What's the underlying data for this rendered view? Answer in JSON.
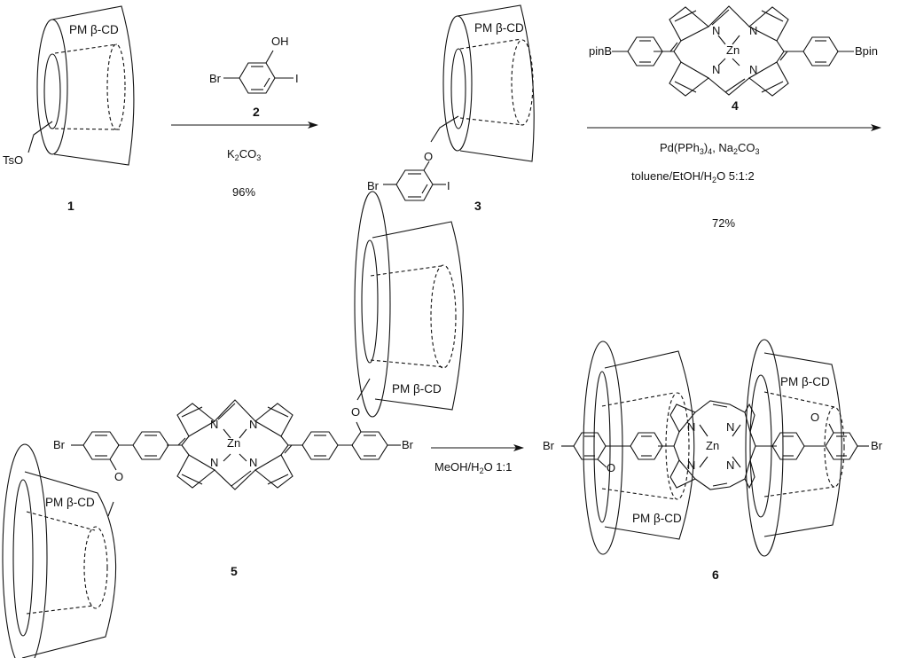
{
  "scheme": {
    "compounds": [
      {
        "id": "1",
        "label": "1",
        "substituent": "TsO",
        "host": "PM β-CD"
      },
      {
        "id": "2",
        "label": "2",
        "substituents": [
          "OH",
          "Br",
          "I"
        ]
      },
      {
        "id": "3",
        "label": "3",
        "substituents": [
          "O",
          "Br",
          "I"
        ],
        "host": "PM β-CD"
      },
      {
        "id": "4",
        "label": "4",
        "substituents": [
          "pinB",
          "Bpin"
        ],
        "metal": "Zn",
        "atoms": [
          "N",
          "N",
          "N",
          "N"
        ]
      },
      {
        "id": "5",
        "label": "5",
        "substituents": [
          "Br",
          "Br",
          "O",
          "O"
        ],
        "metal": "Zn",
        "hosts": [
          "PM β-CD",
          "PM β-CD"
        ]
      },
      {
        "id": "6",
        "label": "6",
        "substituents": [
          "Br",
          "Br",
          "O",
          "O"
        ],
        "metal": "Zn",
        "hosts": [
          "PM β-CD",
          "PM β-CD"
        ]
      }
    ],
    "reactions": [
      {
        "step": 1,
        "reagent": "2",
        "conditions": [
          "K2CO3"
        ],
        "yield": "96%"
      },
      {
        "step": 2,
        "reagent": "4",
        "conditions": [
          "Pd(PPh3)4, Na2CO3",
          "toluene/EtOH/H2O 5:1:2"
        ],
        "yield": "72%"
      },
      {
        "step": 3,
        "conditions": [
          "MeOH/H2O 1:1"
        ]
      }
    ]
  },
  "labels": {
    "cd_host": "PM β-CD",
    "tso": "TsO",
    "oh": "OH",
    "br": "Br",
    "i": "I",
    "o": "O",
    "n": "N",
    "zn": "Zn",
    "pinb": "pinB",
    "bpin": "Bpin",
    "c1": "1",
    "c2": "2",
    "c3": "3",
    "c4": "4",
    "c5": "5",
    "c6": "6",
    "yield1": "96%",
    "yield2": "72%",
    "k2co3_a": "K",
    "k2co3_b": "2",
    "k2co3_c": "CO",
    "k2co3_d": "3",
    "pd_a": "Pd(PPh",
    "pd_b": "3",
    "pd_c": ")",
    "pd_d": "4",
    "pd_e": ", Na",
    "pd_f": "2",
    "pd_g": "CO",
    "pd_h": "3",
    "solv_a": "toluene/EtOH/H",
    "solv_b": "2",
    "solv_c": "O 5:1:2",
    "meoh_a": "MeOH/H",
    "meoh_b": "2",
    "meoh_c": "O 1:1"
  }
}
